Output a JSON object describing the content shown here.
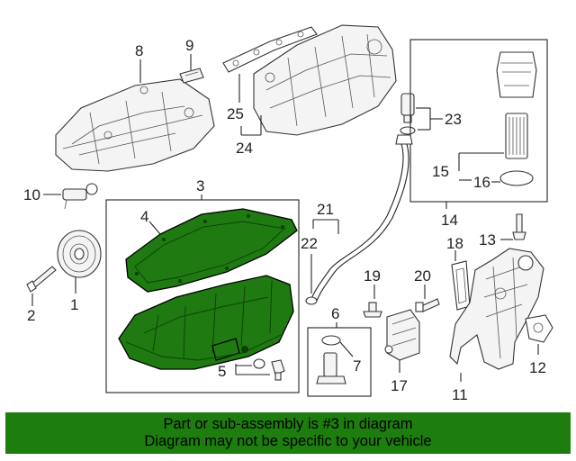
{
  "callouts": {
    "c1": "1",
    "c2": "2",
    "c3": "3",
    "c4": "4",
    "c5": "5",
    "c6": "6",
    "c7": "7",
    "c8": "8",
    "c9": "9",
    "c10": "10",
    "c11": "11",
    "c12": "12",
    "c13": "13",
    "c14": "14",
    "c15": "15",
    "c16": "16",
    "c17": "17",
    "c18": "18",
    "c19": "19",
    "c20": "20",
    "c21": "21",
    "c22": "22",
    "c23": "23",
    "c24": "24",
    "c25": "25"
  },
  "highlight_color": "#1f7a12",
  "banner": {
    "line1": "Part or sub-assembly is #3 in diagram",
    "line2": "Diagram may not be specific to your vehicle",
    "background": "#1d7d0e"
  }
}
